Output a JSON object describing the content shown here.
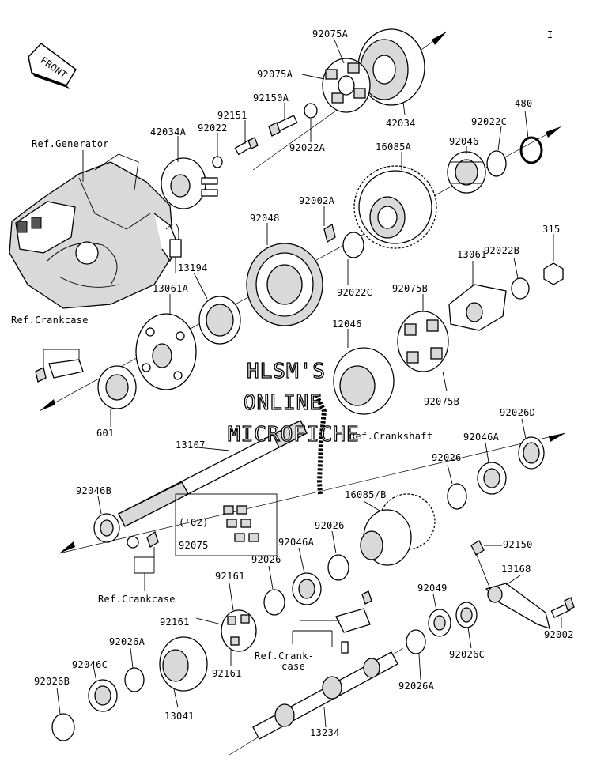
{
  "front_arrow": "FRONT",
  "watermark": {
    "line1": "HLSM'S",
    "line2": "ONLINE",
    "line3": "MICROFICHE"
  },
  "labels": {
    "l1": "92075A",
    "l2": "92075A",
    "l3": "92150A",
    "l4": "42034",
    "l5": "92151",
    "l6": "92022",
    "l7": "42034A",
    "l8": "Ref.Generator",
    "l9": "92022A",
    "l10": "16085A",
    "l11": "92046",
    "l12": "92022C",
    "l13": "480",
    "l14": "92002A",
    "l15": "92048",
    "l16": "315",
    "l17": "92022B",
    "l18": "13061",
    "l19": "13194",
    "l20": "13061A",
    "l21": "92022C",
    "l22": "92075B",
    "l23": "Ref.Crankcase",
    "l24": "12046",
    "l25": "92075B",
    "l26": "601",
    "l27": "Ref.Crankshaft",
    "l28": "13107",
    "l29": "92026D",
    "l30": "92046A",
    "l31": "92026",
    "l32": "92046B",
    "l33": "16085/B",
    "l34": "('02)",
    "l35": "92026",
    "l36": "92075",
    "l37": "92046A",
    "l38": "92150",
    "l39": "92026",
    "l40": "13168",
    "l41": "92161",
    "l42": "92049",
    "l43": "Ref.Crankcase",
    "l44": "92161",
    "l45": "92002",
    "l46": "92026A",
    "l47": "Ref.Crank-",
    "l48": "case",
    "l49": "92026C",
    "l50": "92046C",
    "l51": "92161",
    "l52": "92026B",
    "l53": "92026A",
    "l54": "13041",
    "l55": "13234",
    "corner": "I"
  }
}
